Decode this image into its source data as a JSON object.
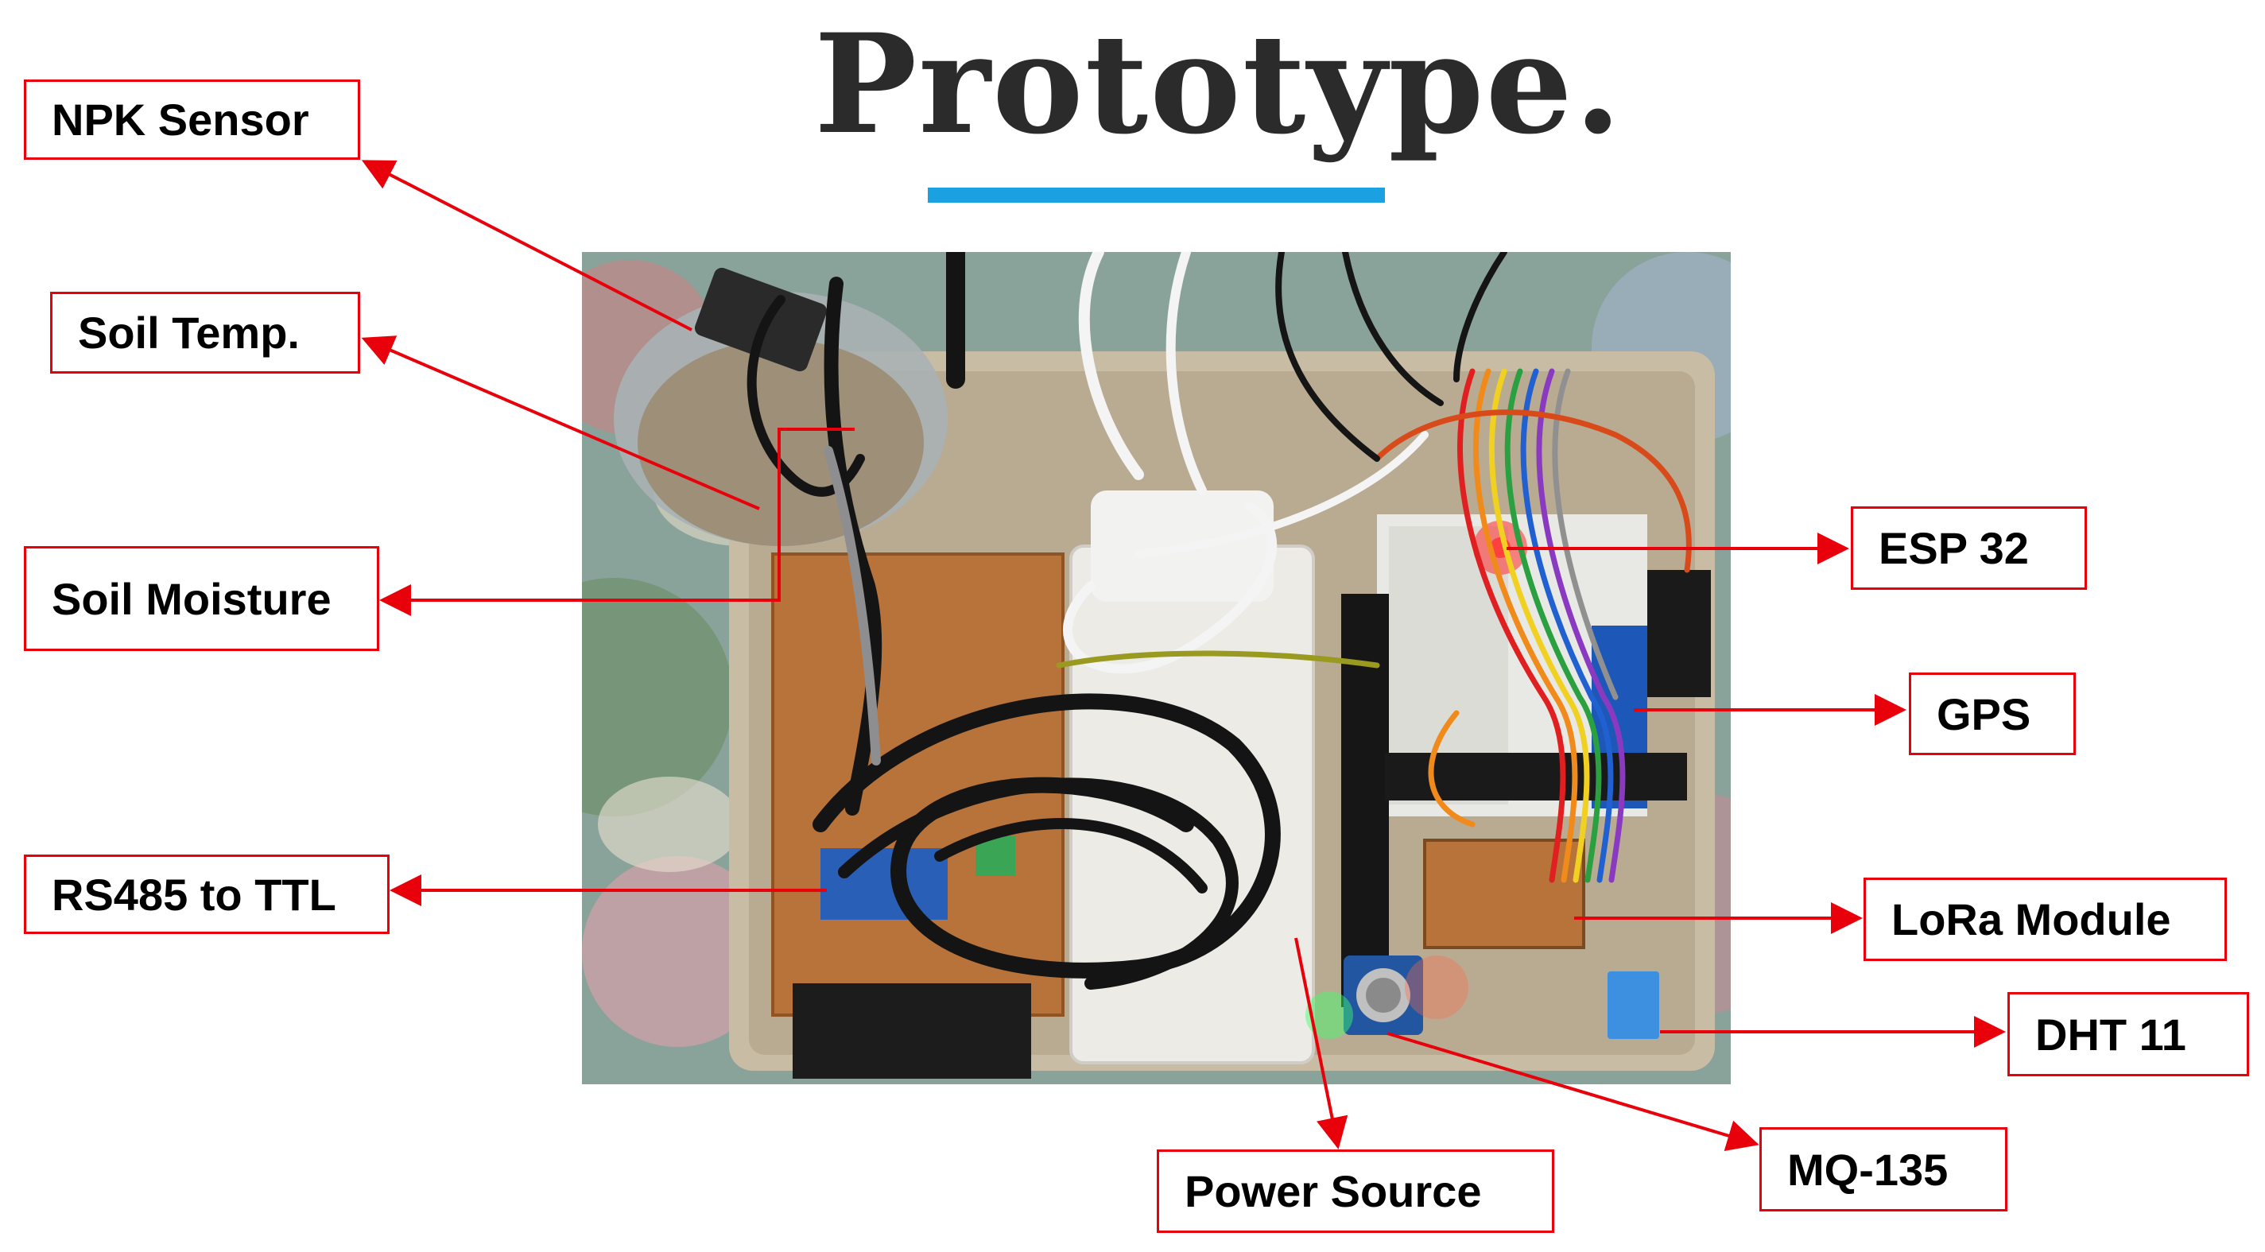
{
  "title": "Prototype.",
  "colors": {
    "title_text": "#2b2b2b",
    "title_underline": "#1ba1e2",
    "callout_red": "#e8000b",
    "label_text": "#000000"
  },
  "labels": {
    "npk_sensor": "NPK Sensor",
    "soil_temp": "Soil Temp.",
    "soil_moisture": "Soil Moisture",
    "rs485_to_ttl": "RS485 to TTL",
    "esp32": "ESP 32",
    "gps": "GPS",
    "lora_module": "LoRa Module",
    "dht11": "DHT 11",
    "mq135": "MQ-135",
    "power_source": "Power Source"
  },
  "icons": {
    "photo": "prototype-hardware-photo",
    "arrow": "red-arrow"
  }
}
